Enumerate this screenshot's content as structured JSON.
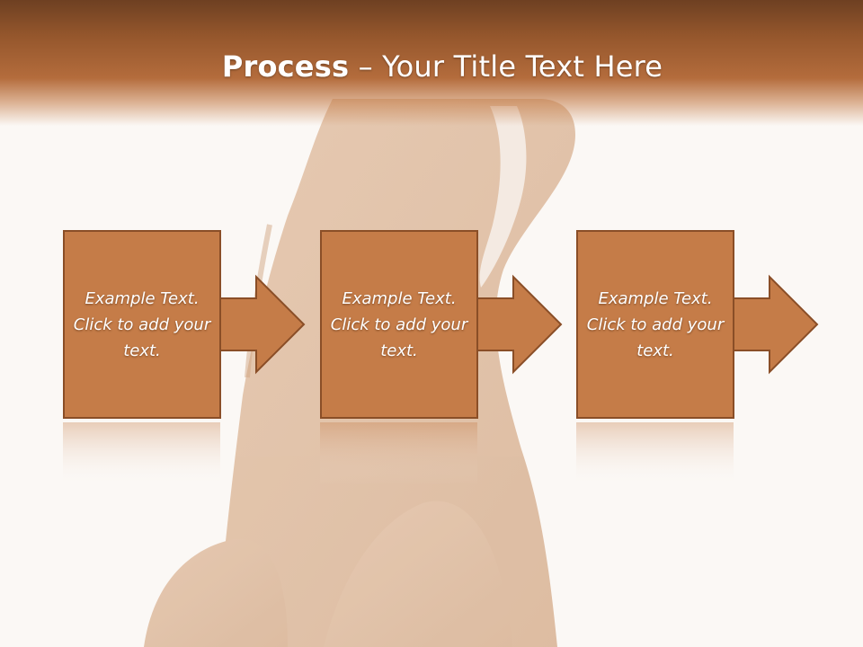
{
  "slide": {
    "title_bold": "Process",
    "title_rest": " – Your Title Text Here"
  },
  "steps": [
    {
      "text": "Example Text. Click  to add your text."
    },
    {
      "text": "Example Text. Click  to add your text."
    },
    {
      "text": "Example Text. Click  to add your text."
    }
  ],
  "colors": {
    "header_dark": "#6e4022",
    "header_light": "#b46c3c",
    "box_fill": "#c57c48",
    "box_stroke": "#8a4e27",
    "background": "#fbf8f5"
  },
  "icons": [
    "dog-photo-background",
    "arrow-right-icon"
  ]
}
